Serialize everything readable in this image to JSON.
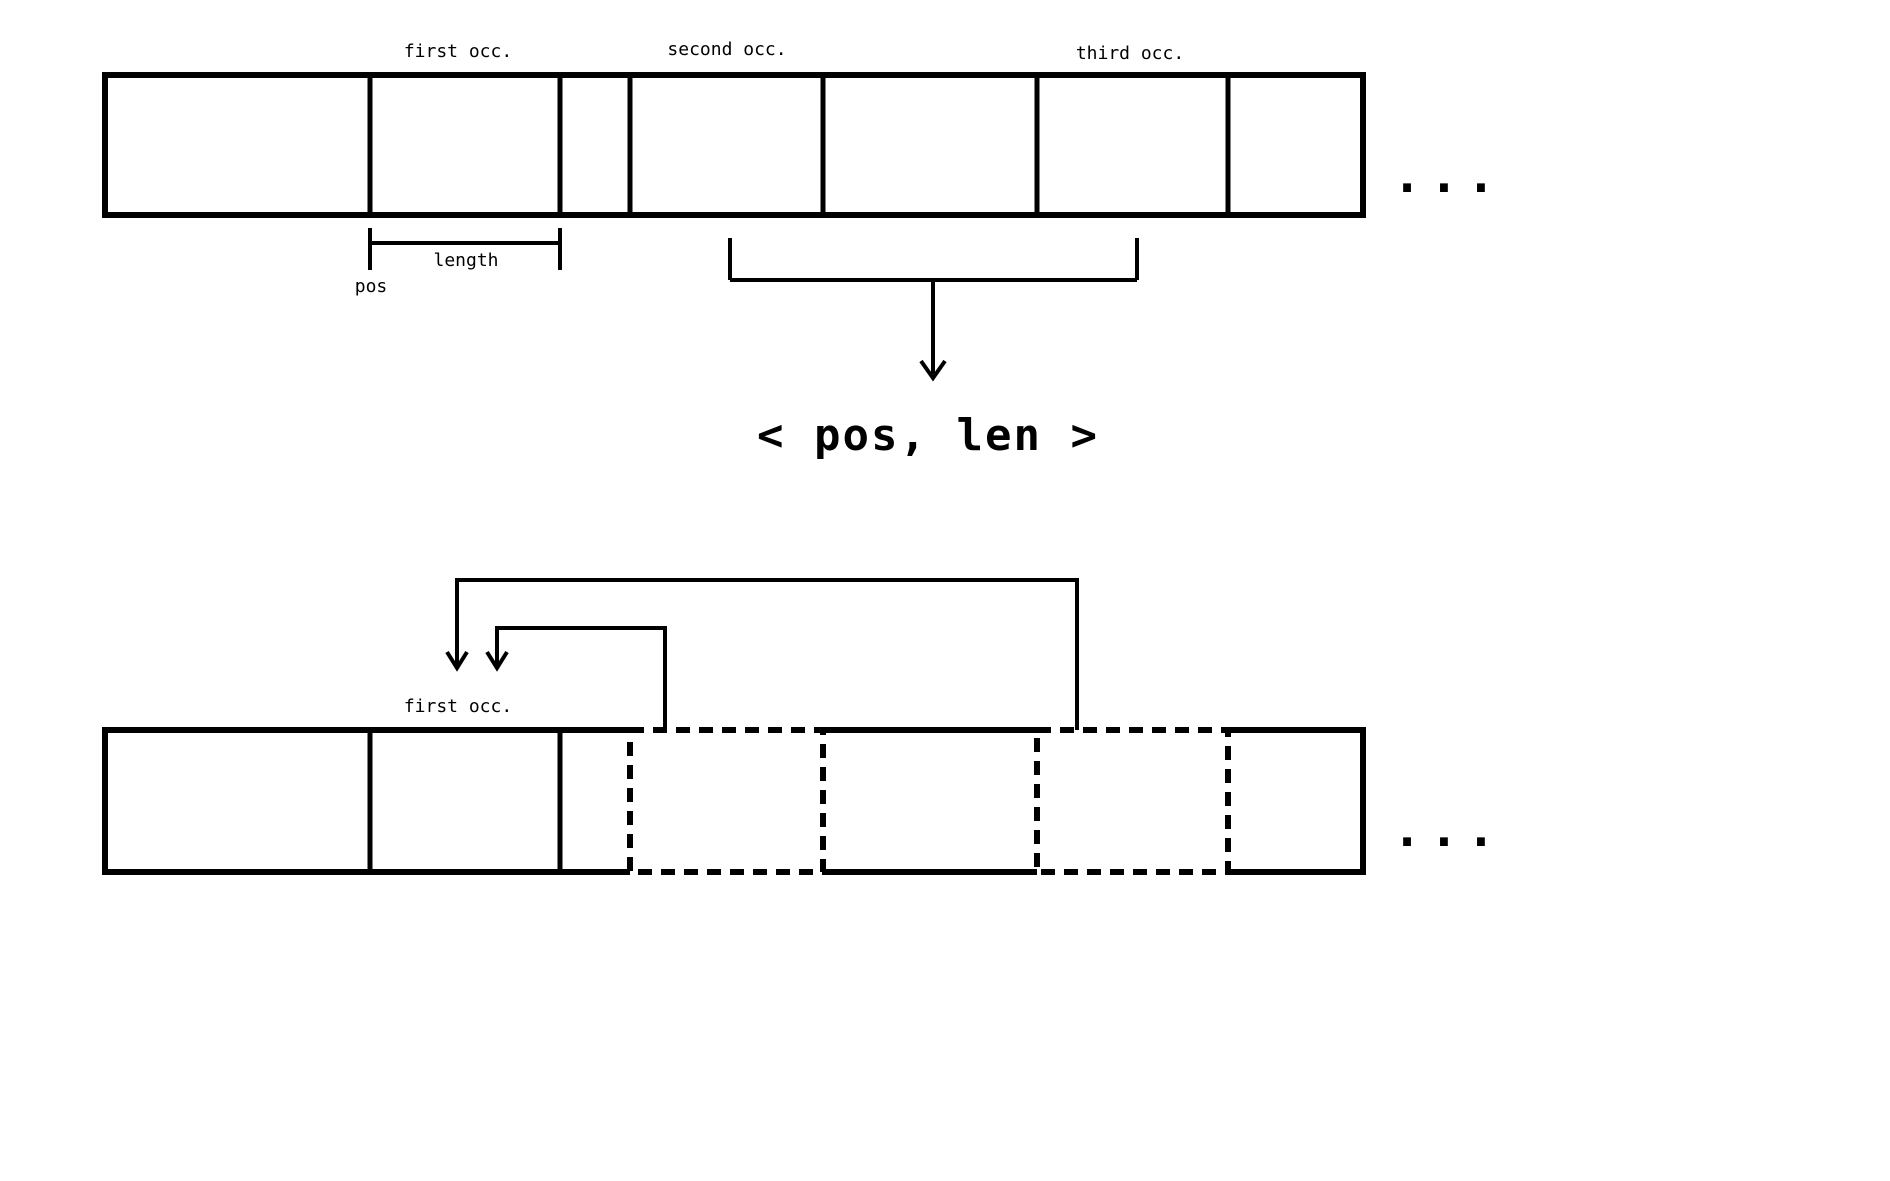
{
  "top_diagram": {
    "first_occ_label": "first occ.",
    "second_occ_label": "second occ.",
    "third_occ_label": "third occ.",
    "length_label": "length",
    "pos_label": "pos",
    "ellipsis": "..."
  },
  "pair_text": "< pos, len >",
  "bottom_diagram": {
    "first_occ_label": "first occ.",
    "ellipsis": "..."
  },
  "colors": {
    "foreground": "#000000",
    "background": "#ffffff"
  }
}
